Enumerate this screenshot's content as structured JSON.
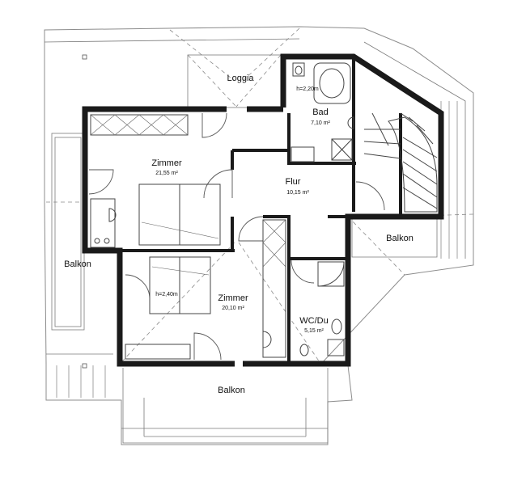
{
  "rooms": [
    {
      "name": "Loggia"
    },
    {
      "name": "Bad",
      "area": "7,10 m²"
    },
    {
      "name": "Zimmer",
      "area": "21,55 m²"
    },
    {
      "name": "Flur",
      "area": "10,15 m²"
    },
    {
      "name": "Zimmer",
      "area": "20,10 m²"
    },
    {
      "name": "WC/Du",
      "area": "5,15 m²"
    }
  ],
  "balconies": [
    "Balkon",
    "Balkon",
    "Balkon"
  ],
  "heights": [
    "h=2,20m",
    "h=2,40m"
  ]
}
